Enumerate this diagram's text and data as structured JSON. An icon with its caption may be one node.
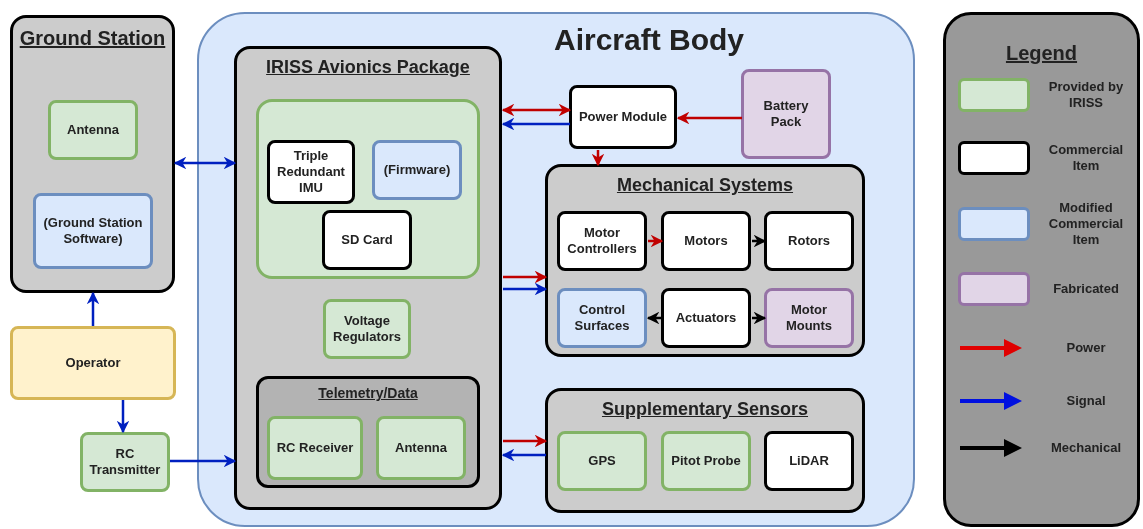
{
  "diagram": {
    "nodes": [
      {
        "text": [
          "Ground Station"
        ]
      },
      {
        "text": [
          "Antenna"
        ],
        "in": 0
      },
      {
        "text": [
          "(Ground Station Software)"
        ],
        "in": 0
      },
      {
        "text": [
          "Operator"
        ]
      },
      {
        "text": [
          "RC Transmitter"
        ]
      },
      {
        "text": [
          "Aircraft Body"
        ]
      },
      {
        "text": [
          "IRISS Avionics Package"
        ],
        "in": 5
      },
      {
        "text": [],
        "shape": "box",
        "in": 6
      },
      {
        "text": [
          "Triple Redundant IMU"
        ],
        "in": 7
      },
      {
        "text": [
          "(Firmware)"
        ],
        "in": 7
      },
      {
        "text": [
          "SD Card"
        ],
        "in": 7
      },
      {
        "text": [
          "Voltage Regulators"
        ],
        "in": 6
      },
      {
        "text": [
          "Telemetry/Data"
        ],
        "in": 6
      },
      {
        "text": [
          "RC Receiver"
        ],
        "in": 12
      },
      {
        "text": [
          "Antenna"
        ],
        "in": 12
      },
      {
        "text": [
          "Power Module"
        ],
        "in": 5
      },
      {
        "text": [
          "Battery Pack"
        ],
        "in": 5
      },
      {
        "text": [
          "Mechanical Systems"
        ],
        "in": 5
      },
      {
        "text": [
          "Motor Controllers"
        ],
        "in": 17
      },
      {
        "text": [
          "Motors"
        ],
        "in": 17
      },
      {
        "text": [
          "Rotors"
        ],
        "in": 17
      },
      {
        "text": [
          "Control Surfaces"
        ],
        "in": 17
      },
      {
        "text": [
          "Actuators"
        ],
        "in": 17
      },
      {
        "text": [
          "Motor Mounts"
        ],
        "in": 17
      },
      {
        "text": [
          "Supplementary Sensors"
        ],
        "in": 5
      },
      {
        "text": [
          "GPS"
        ],
        "in": 24
      },
      {
        "text": [
          "Pitot Probe"
        ],
        "in": 24
      },
      {
        "text": [
          "LiDAR"
        ],
        "in": 24
      }
    ],
    "edges": [
      {
        "from": 0,
        "to": 6,
        "arrow": "both"
      },
      {
        "from": 3,
        "to": 0,
        "arrow": "to"
      },
      {
        "from": 3,
        "to": 4,
        "arrow": "to"
      },
      {
        "from": 4,
        "to": 6,
        "arrow": "to"
      },
      {
        "from": 6,
        "to": 15,
        "arrow": "both",
        "color": "#c00000"
      },
      {
        "from": 15,
        "to": 6,
        "arrow": "to"
      },
      {
        "from": 16,
        "to": 15,
        "arrow": "to",
        "color": "#c00000"
      },
      {
        "from": 15,
        "to": 17,
        "arrow": "to",
        "color": "#c00000"
      },
      {
        "from": 6,
        "to": 17,
        "arrow": "to",
        "color": "#c00000"
      },
      {
        "from": 6,
        "to": 17,
        "arrow": "to"
      },
      {
        "from": 18,
        "to": 19,
        "arrow": "to",
        "color": "#c00000"
      },
      {
        "from": 19,
        "to": 20,
        "arrow": "to",
        "color": "#000000"
      },
      {
        "from": 22,
        "to": 21,
        "arrow": "to",
        "color": "#000000"
      },
      {
        "from": 22,
        "to": 23,
        "arrow": "to",
        "color": "#000000"
      },
      {
        "from": 6,
        "to": 24,
        "arrow": "to",
        "color": "#c00000"
      },
      {
        "from": 24,
        "to": 6,
        "arrow": "to"
      }
    ],
    "labels": [
      "Legend"
    ],
    "legend": [
      {
        "text": "Provided by IRISS",
        "color": "#d5e8d4"
      },
      {
        "text": "Commercial Item",
        "color": "#ffffff"
      },
      {
        "text": "Modified Commercial Item",
        "color": "#dae8fc"
      },
      {
        "text": "Fabricated",
        "color": "#e1d5e7"
      },
      {
        "text": "Power"
      },
      {
        "text": "Signal"
      },
      {
        "text": "Mechanical"
      }
    ]
  }
}
